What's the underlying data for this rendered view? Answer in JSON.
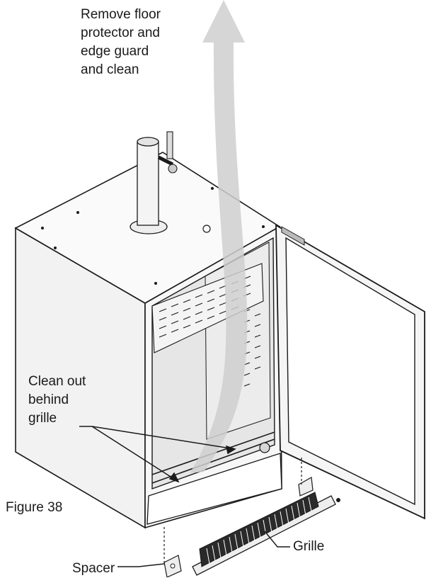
{
  "callouts": {
    "remove_floor_protector": [
      "Remove floor",
      "protector and",
      "edge guard",
      "and clean"
    ],
    "clean_behind_grille": [
      "Clean out",
      "behind",
      "grille"
    ],
    "figure_number": "Figure 38",
    "spacer": "Spacer",
    "grille": "Grille"
  },
  "colors": {
    "line": "#1a1a1a",
    "arrow_fill": "#cfcfcf",
    "panel_fill": "#f2f2f2",
    "interior_fill": "#e6e6e6"
  },
  "icons": {
    "removal_arrow": "curved-up-arrow-icon",
    "beer_tap": "draft-beer-tower-icon"
  }
}
